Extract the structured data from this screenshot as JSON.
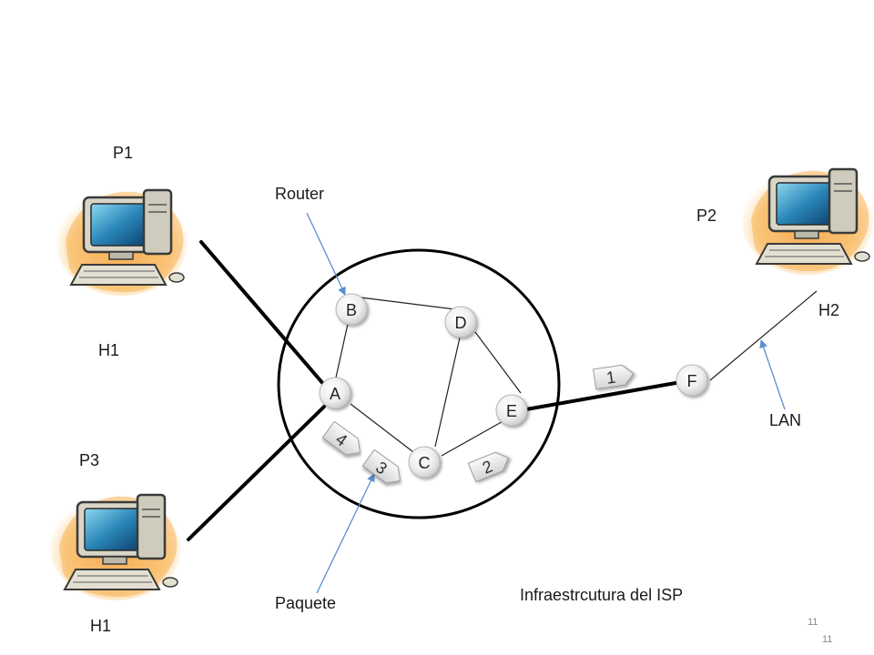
{
  "labels": {
    "p1": "P1",
    "p2": "P2",
    "p3": "P3",
    "h1_top": "H1",
    "h1_bottom": "H1",
    "h2": "H2",
    "router": "Router",
    "lan": "LAN",
    "paquete": "Paquete",
    "isp": "Infraestrcutura del ISP"
  },
  "nodes": {
    "a": "A",
    "b": "B",
    "c": "C",
    "d": "D",
    "e": "E",
    "f": "F"
  },
  "packets": {
    "p1": "1",
    "p2": "2",
    "p3": "3",
    "p4": "4"
  },
  "page_number": {
    "first": "11",
    "second": "11"
  },
  "colors": {
    "node_fill": "#e9e9e9",
    "link": "#222222",
    "arrow": "#5b8fcf",
    "thick_link": "#000000"
  }
}
